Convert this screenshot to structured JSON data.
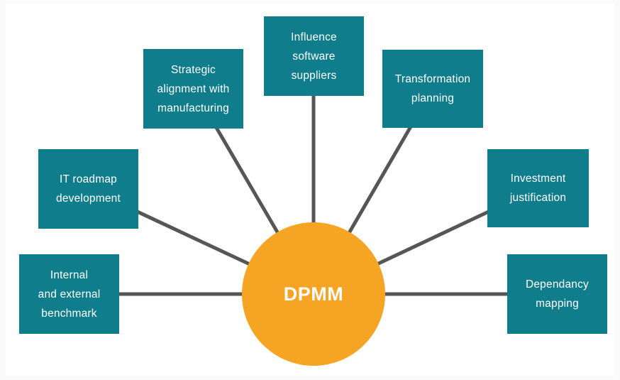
{
  "diagram": {
    "center": {
      "label": "DPMM"
    },
    "nodes": [
      {
        "label": "Internal and external benchmark",
        "lines": [
          "Internal",
          "and external",
          "benchmark"
        ]
      },
      {
        "label": "IT roadmap development",
        "lines": [
          "IT roadmap",
          "development"
        ]
      },
      {
        "label": "Strategic alignment with manufacturing",
        "lines": [
          "Strategic",
          "alignment with",
          "manufacturing"
        ]
      },
      {
        "label": "Influence software suppliers",
        "lines": [
          "Influence",
          "software",
          "suppliers"
        ]
      },
      {
        "label": "Transformation planning",
        "lines": [
          "Transformation",
          "planning"
        ]
      },
      {
        "label": "Investment justification",
        "lines": [
          "Investment",
          "justification"
        ]
      },
      {
        "label": "Dependancy mapping",
        "lines": [
          "Dependancy",
          "mapping"
        ]
      }
    ],
    "colors": {
      "node_fill": "#107D8C",
      "center_fill": "#F5A423",
      "connector": "#565656",
      "text": "#FFFFFF",
      "canvas": "#FFFFFF",
      "frame": "#FAFAFA"
    }
  }
}
